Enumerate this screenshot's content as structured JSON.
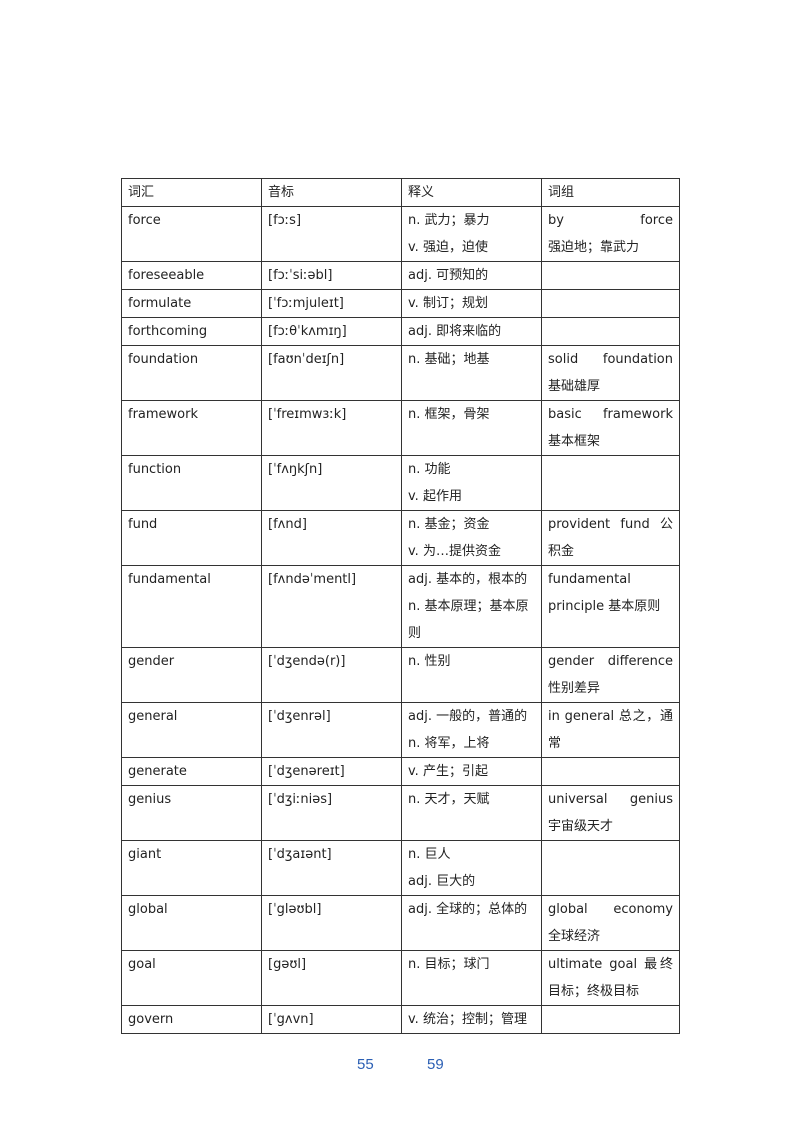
{
  "headers": {
    "word": "词汇",
    "ipa": "音标",
    "meaning": "释义",
    "phrase": "词组"
  },
  "rows": [
    {
      "word": "force",
      "ipa": "[fɔːs]",
      "meaning": [
        "n. 武力；暴力",
        "v. 强迫，迫使"
      ],
      "phrase": [
        "by force",
        "强迫地；靠武力"
      ]
    },
    {
      "word": "foreseeable",
      "ipa": "[fɔːˈsiːəbl]",
      "meaning": [
        "adj. 可预知的"
      ],
      "phrase": []
    },
    {
      "word": "formulate",
      "ipa": "[ˈfɔːmjuleɪt]",
      "meaning": [
        "v. 制订；规划"
      ],
      "phrase": []
    },
    {
      "word": "forthcoming",
      "ipa": "[fɔːθˈkʌmɪŋ]",
      "meaning": [
        "adj. 即将来临的"
      ],
      "phrase": []
    },
    {
      "word": "foundation",
      "ipa": "[faʊnˈdeɪʃn]",
      "meaning": [
        "n. 基础；地基"
      ],
      "phrase": [
        "solid foundation",
        "基础雄厚"
      ]
    },
    {
      "word": "framework",
      "ipa": "[ˈfreɪmwɜːk]",
      "meaning": [
        "n. 框架，骨架"
      ],
      "phrase": [
        "basic framework",
        "基本框架"
      ]
    },
    {
      "word": "function",
      "ipa": "[ˈfʌŋkʃn]",
      "meaning": [
        "n. 功能",
        "v. 起作用"
      ],
      "phrase": []
    },
    {
      "word": "fund",
      "ipa": "[fʌnd]",
      "meaning": [
        "n. 基金；资金",
        "v. 为…提供资金"
      ],
      "phrase": [
        "provident fund 公",
        "积金"
      ]
    },
    {
      "word": "fundamental",
      "ipa": "[fʌndəˈmentl]",
      "meaning": [
        "adj. 基本的，根本的",
        "n. 基本原理；基本原",
        "则"
      ],
      "phrase": [
        "fundamental",
        "principle 基本原则"
      ]
    },
    {
      "word": "gender",
      "ipa": "[ˈdʒendə(r)]",
      "meaning": [
        "n. 性别"
      ],
      "phrase": [
        "gender difference",
        "性别差异"
      ]
    },
    {
      "word": "general",
      "ipa": "[ˈdʒenrəl]",
      "meaning": [
        "adj. 一般的，普通的",
        "n. 将军，上将"
      ],
      "phrase": [
        "in general 总之，通",
        "常"
      ]
    },
    {
      "word": "generate",
      "ipa": "[ˈdʒenəreɪt]",
      "meaning": [
        "v. 产生；引起"
      ],
      "phrase": []
    },
    {
      "word": "genius",
      "ipa": "[ˈdʒiːniəs]",
      "meaning": [
        "n. 天才，天赋"
      ],
      "phrase": [
        "universal genius",
        "宇宙级天才"
      ]
    },
    {
      "word": "giant",
      "ipa": "[ˈdʒaɪənt]",
      "meaning": [
        "n. 巨人",
        "adj. 巨大的"
      ],
      "phrase": []
    },
    {
      "word": "global",
      "ipa": "[ˈgləʊbl]",
      "meaning": [
        "adj. 全球的；总体的"
      ],
      "phrase": [
        "global economy",
        "全球经济"
      ]
    },
    {
      "word": "goal",
      "ipa": "[gəʊl]",
      "meaning": [
        "n. 目标；球门"
      ],
      "phrase": [
        "ultimate goal 最终",
        "目标；终极目标"
      ]
    },
    {
      "word": "govern",
      "ipa": "[ˈgʌvn]",
      "meaning": [
        "v. 统治；控制；管理"
      ],
      "phrase": []
    }
  ],
  "footer": {
    "page_left": "55",
    "page_right": "59"
  }
}
